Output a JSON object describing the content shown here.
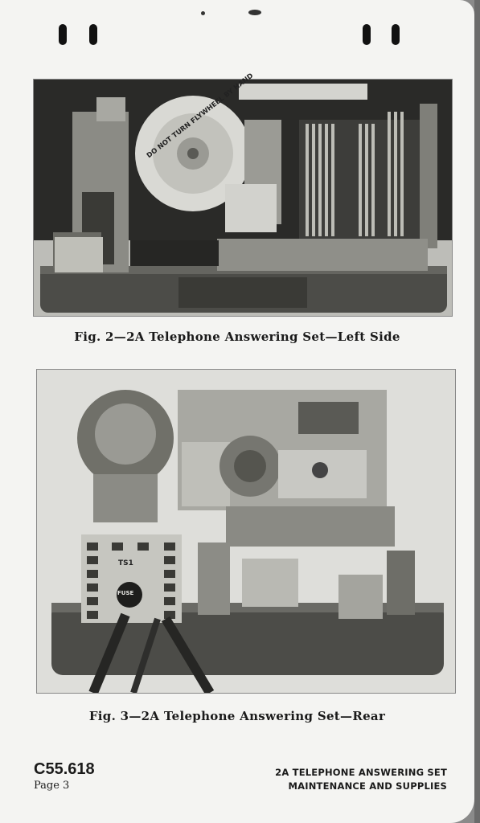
{
  "figures": [
    {
      "caption": "Fig. 2—2A Telephone Answering Set—Left Side",
      "photo_text": "DO NOT TURN FLYWHEEL BY HAND"
    },
    {
      "caption": "Fig. 3—2A Telephone Answering Set—Rear",
      "photo_text": "TS1",
      "fuse_label": "FUSE"
    }
  ],
  "footer": {
    "code": "C55.618",
    "page": "Page 3",
    "title_line1": "2A TELEPHONE ANSWERING SET",
    "title_line2": "MAINTENANCE AND SUPPLIES"
  }
}
